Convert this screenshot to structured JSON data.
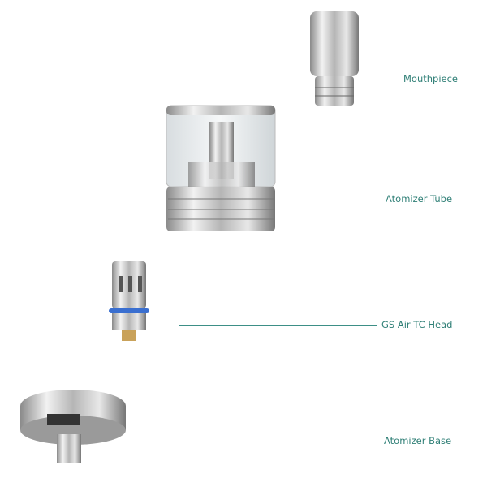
{
  "labels": {
    "mouthpiece": "Mouthpiece",
    "atomizer_tube": "Atomizer Tube",
    "coil_head": "GS Air TC Head",
    "atomizer_base": "Atomizer Base"
  },
  "colors": {
    "label": "#2f7f76",
    "accent_ring": "#3a6fd0"
  }
}
